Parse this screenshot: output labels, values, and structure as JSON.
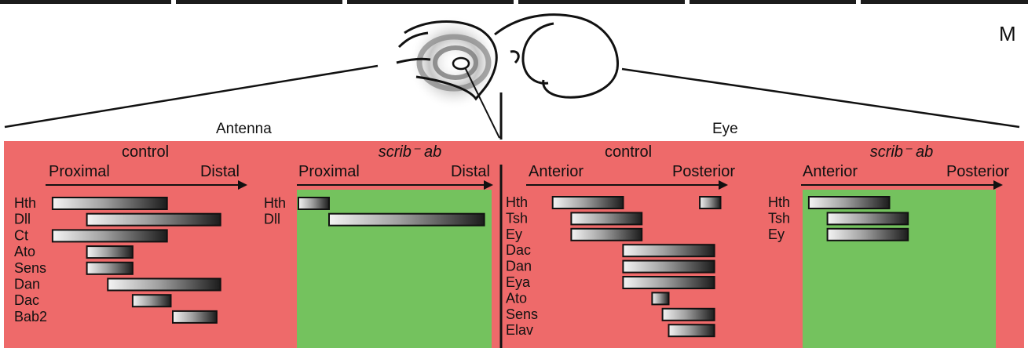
{
  "figure": {
    "panel_letter": "M",
    "antenna_label": "Antenna",
    "eye_label": "Eye",
    "colors": {
      "control_background": "#ee6a6a",
      "mutant_field": "#74c25e",
      "bar_light": "#f4f4f4",
      "bar_dark": "#1c1c1c",
      "line": "#111111"
    },
    "panels": [
      {
        "id": "antenna-control",
        "condition": "control",
        "italic": false,
        "axis_left": "Proximal",
        "axis_right": "Distal",
        "genes": [
          "Hth",
          "Dll",
          "Ct",
          "Ato",
          "Sens",
          "Dan",
          "Dac",
          "Bab2"
        ],
        "bars": [
          {
            "gene": "Hth",
            "start": 0.02,
            "end": 0.62
          },
          {
            "gene": "Dll",
            "start": 0.2,
            "end": 0.9
          },
          {
            "gene": "Ct",
            "start": 0.02,
            "end": 0.62
          },
          {
            "gene": "Ato",
            "start": 0.2,
            "end": 0.44
          },
          {
            "gene": "Sens",
            "start": 0.2,
            "end": 0.44
          },
          {
            "gene": "Dan",
            "start": 0.31,
            "end": 0.9
          },
          {
            "gene": "Dac",
            "start": 0.44,
            "end": 0.64
          },
          {
            "gene": "Bab2",
            "start": 0.65,
            "end": 0.88
          }
        ]
      },
      {
        "id": "antenna-mutant",
        "condition": "scrib⁻ ab",
        "italic": true,
        "axis_left": "Proximal",
        "axis_right": "Distal",
        "genes": [
          "Hth",
          "Dll"
        ],
        "bars": [
          {
            "gene": "Hth",
            "start": 0.0,
            "end": 0.16
          },
          {
            "gene": "Dll",
            "start": 0.16,
            "end": 0.97
          }
        ]
      },
      {
        "id": "eye-control",
        "condition": "control",
        "italic": false,
        "axis_left": "Anterior",
        "axis_right": "Posterior",
        "genes": [
          "Hth",
          "Tsh",
          "Ey",
          "Dac",
          "Dan",
          "Eya",
          "Ato",
          "Sens",
          "Elav"
        ],
        "bars": [
          {
            "gene": "Hth",
            "start": 0.12,
            "end": 0.46
          },
          {
            "gene": "Hth",
            "start": 0.83,
            "end": 0.93
          },
          {
            "gene": "Tsh",
            "start": 0.21,
            "end": 0.55
          },
          {
            "gene": "Ey",
            "start": 0.21,
            "end": 0.55
          },
          {
            "gene": "Dac",
            "start": 0.46,
            "end": 0.9
          },
          {
            "gene": "Dan",
            "start": 0.46,
            "end": 0.9
          },
          {
            "gene": "Eya",
            "start": 0.46,
            "end": 0.9
          },
          {
            "gene": "Ato",
            "start": 0.6,
            "end": 0.68
          },
          {
            "gene": "Sens",
            "start": 0.65,
            "end": 0.9
          },
          {
            "gene": "Elav",
            "start": 0.68,
            "end": 0.9
          }
        ]
      },
      {
        "id": "eye-mutant",
        "condition": "scrib⁻ ab",
        "italic": true,
        "axis_left": "Anterior",
        "axis_right": "Posterior",
        "genes": [
          "Hth",
          "Tsh",
          "Ey"
        ],
        "bars": [
          {
            "gene": "Hth",
            "start": 0.03,
            "end": 0.42
          },
          {
            "gene": "Tsh",
            "start": 0.12,
            "end": 0.51
          },
          {
            "gene": "Ey",
            "start": 0.12,
            "end": 0.51
          }
        ]
      }
    ]
  }
}
